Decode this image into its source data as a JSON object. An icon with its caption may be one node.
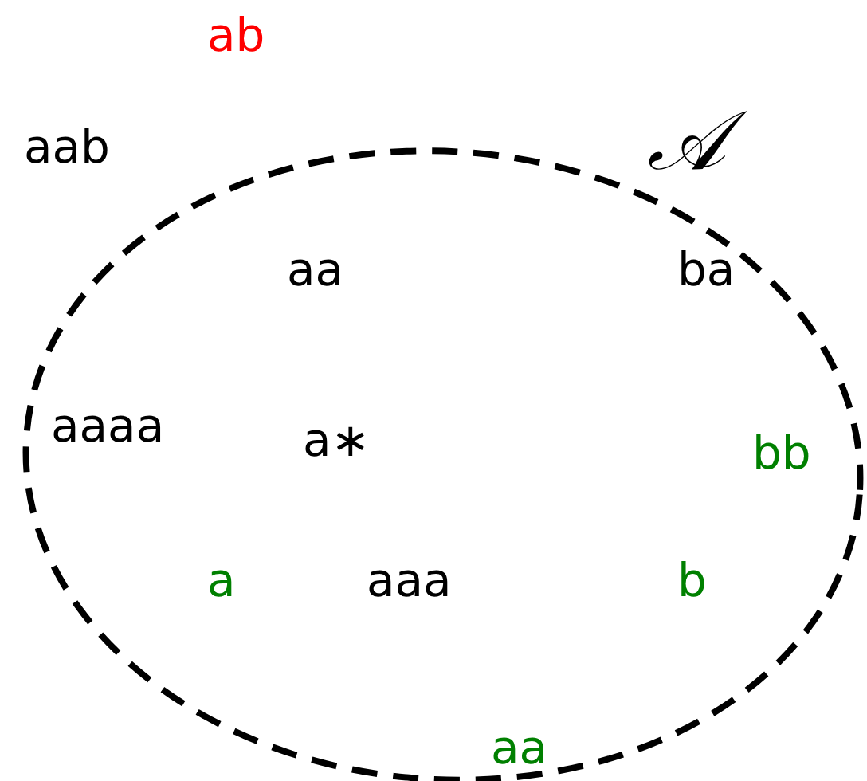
{
  "diagram": {
    "nodes": [
      {
        "text": [
          "𝒜"
        ]
      }
    ],
    "labels": [
      "ab",
      "aab",
      "aa",
      "ba",
      "aaaa",
      "a∗",
      "bb",
      "a",
      "aaa",
      "b",
      "aa"
    ]
  }
}
